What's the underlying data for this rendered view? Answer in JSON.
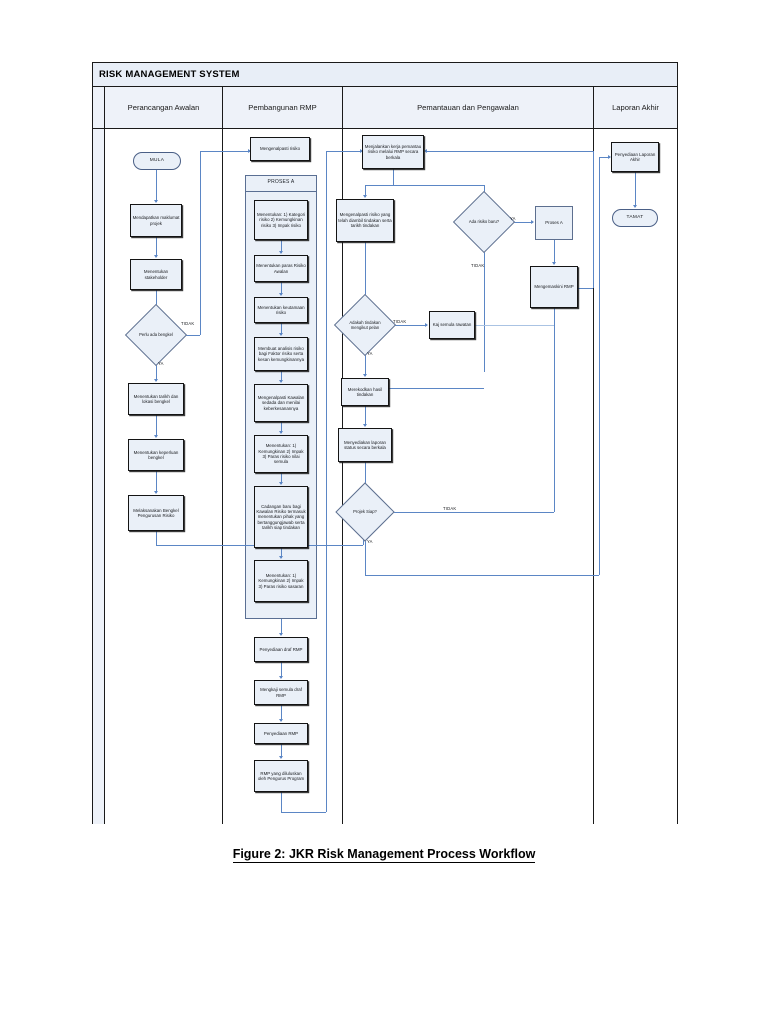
{
  "document": {
    "caption": "Figure 2: JKR Risk Management Process Workflow"
  },
  "diagram": {
    "title": "RISK MANAGEMENT SYSTEM",
    "lanes": [
      {
        "label": "Perancangan Awalan"
      },
      {
        "label": "Pembangunan RMP"
      },
      {
        "label": "Pemantauan dan Pengawalan"
      },
      {
        "label": "Laporan Akhir"
      }
    ],
    "colors": {
      "shape_fill": "#eaf0f8",
      "shape_border": "#141414",
      "connector": "#5b86c5",
      "lane_header_fill": "#eef2f9",
      "title_fill": "#e8eef7"
    },
    "lane1": {
      "start": "MULA",
      "n1": "Mendapatkan maklumat projek",
      "n2": "Menentukan stakeholder",
      "d1": "Perlu ada bengkel",
      "d1_yes": "YA",
      "d1_no": "TIDAK",
      "n3": "Menentukan tarikh dan lokasi bengkel",
      "n4": "Menentukan keperluan bengkel",
      "n5": "Melaksanakan Bengkel Pengurusan Risiko"
    },
    "lane2": {
      "n1": "Mengenalpasti risiko",
      "group_label": "PROSES A",
      "g1": "Menentukan: 1) Kategori risiko 2) Kemungkinan risiko 3) Impak risiko",
      "g2": "Menentukan paras Risiko Awalan",
      "g3": "Menentukan keutamaan risiko",
      "g4": "Membuat analisis risiko bagi Faktor risiko serta kesan kemungkinannya",
      "g5": "Mengenalpasti Kawalan sedada dan menilai keberkesanannya",
      "g6": "Menentukan: 1) Kemungkinan 2) Impak 3) Paras risiko nilai semula",
      "g7": "Cadangan baru bagi Kawalan Risiko termasuk menentukan pihak yang bertanggungjawab serta tarikh siap tindakan",
      "g8": "Menentukan: 1) Kemungkinan 2) Impak 3) Paras risiko sasaran",
      "n2": "Penyediaan draf RMP",
      "n3": "Mengkaji semula draf RMP",
      "n4": "Penyediaan RMP",
      "n5": "RMP yang diluluskan oleh Pengurus Program"
    },
    "lane3": {
      "n1": "Menjalankan kerja pemantau risiko melalui RMP secara berkala",
      "n2": "Mengenalpasti risiko yang telah diambil tindakan serta tarikh tindakan",
      "d1": "Ada risiko baru?",
      "d1_yes": "YA",
      "d1_no": "TIDAK",
      "n3": "Proses A",
      "n4": "Mengemaskini RMP",
      "d2": "Adakah tindakan mengikut pelan",
      "d2_yes": "YA",
      "d2_no": "TIDAK",
      "n5": "Kaj semula rawatan",
      "n6": "Merekodkan hasil tindakan",
      "n7": "Menyediakan laporan status secara berkala",
      "d3": "Projek Siap?",
      "d3_yes": "YA",
      "d3_no": "TIDAK"
    },
    "lane4": {
      "n1": "Penyediaan Laporan Akhir",
      "end": "TAMAT"
    }
  }
}
